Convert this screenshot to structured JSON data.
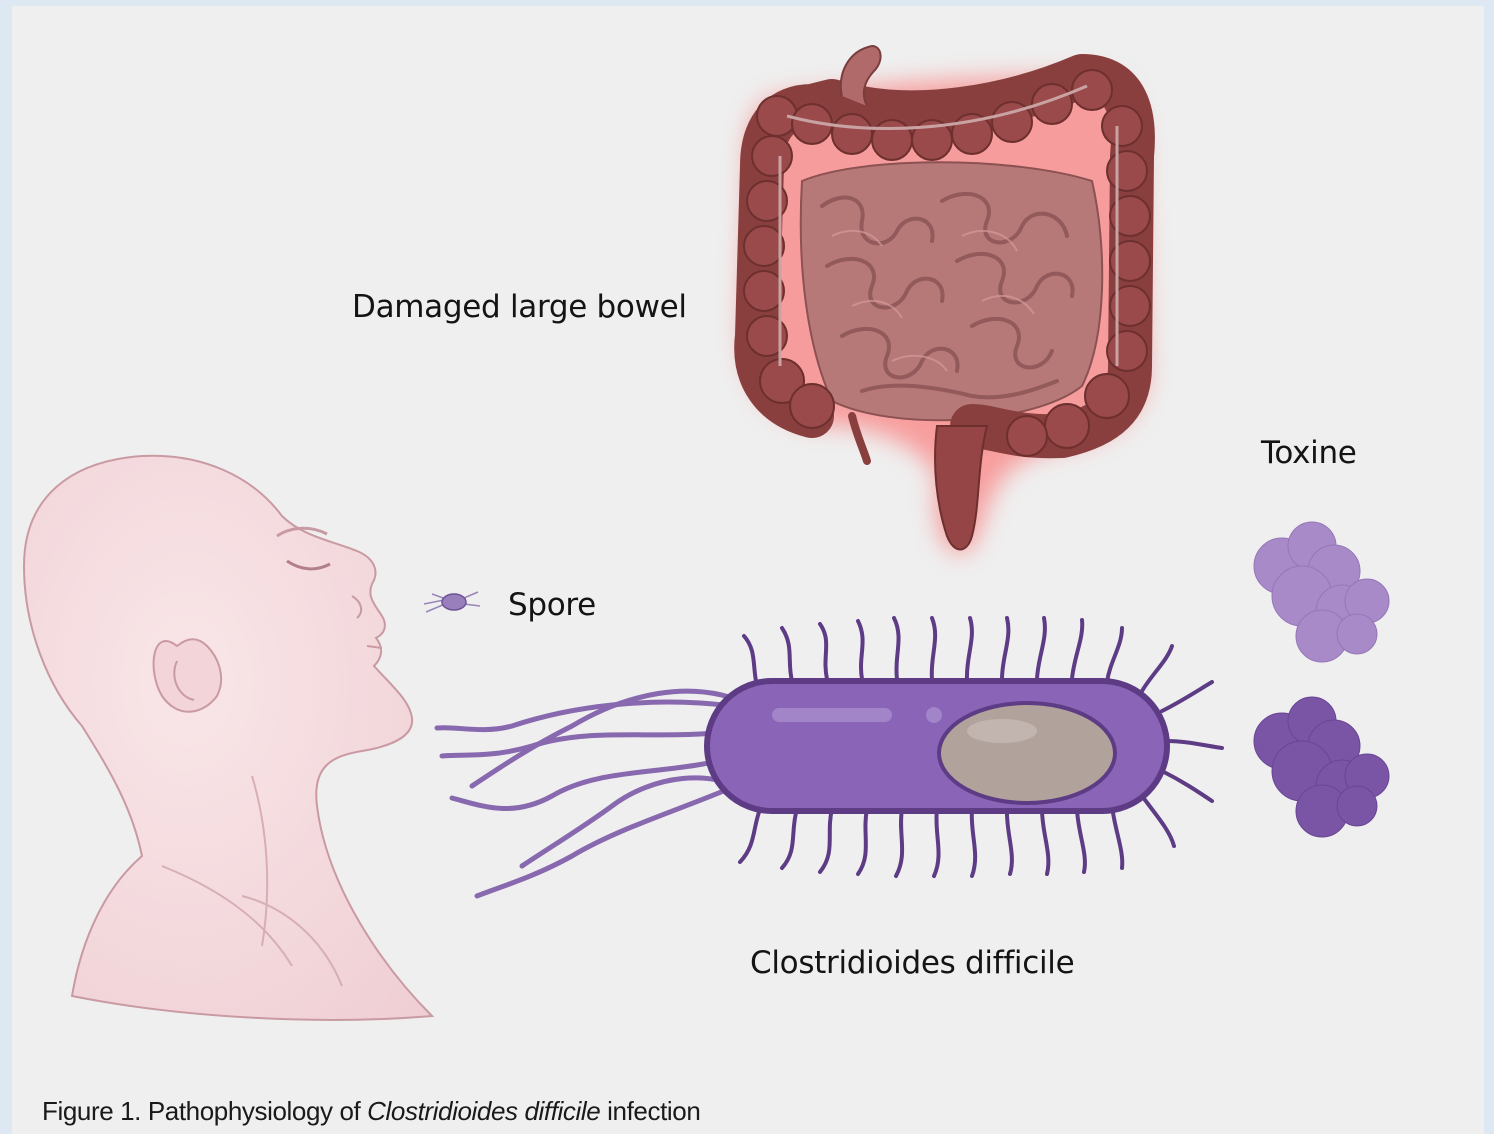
{
  "labels": {
    "bowel": "Damaged large bowel",
    "spore": "Spore",
    "toxine": "Toxine",
    "bacterium": "Clostridioides difficile"
  },
  "caption": {
    "prefix": "Figure 1. Pathophysiology of ",
    "italic": "Clostridioides difficile",
    "suffix": " infection"
  },
  "colors": {
    "page_background": "#dde8f3",
    "figure_background": "#efefef",
    "skin": "#f6dcdf",
    "skin_outline": "#c99aa2",
    "colon": "#9a4a4a",
    "small_intestine": "#b77878",
    "inflammation_glow": "#ff5a5a",
    "bacterium_body": "#8a64b6",
    "bacterium_outline": "#5d3c85",
    "flagella": "#7d5aa8",
    "spore_inclusion": "#b2a29c",
    "toxin_light": "#a98ac8",
    "toxin_dark": "#7a55a6"
  }
}
